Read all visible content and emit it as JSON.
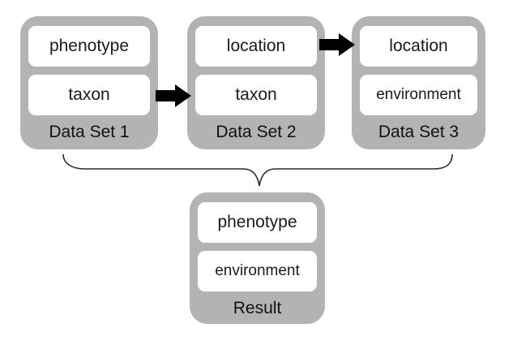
{
  "datasets": [
    {
      "fields": [
        "phenotype",
        "taxon"
      ],
      "caption": "Data Set 1"
    },
    {
      "fields": [
        "location",
        "taxon"
      ],
      "caption": "Data Set 2"
    },
    {
      "fields": [
        "location",
        "environment"
      ],
      "caption": "Data Set 3"
    }
  ],
  "result": {
    "fields": [
      "phenotype",
      "environment"
    ],
    "caption": "Result"
  },
  "colors": {
    "group_fill": "#b3b3b3",
    "field_fill": "#ffffff",
    "arrow": "#000000"
  }
}
